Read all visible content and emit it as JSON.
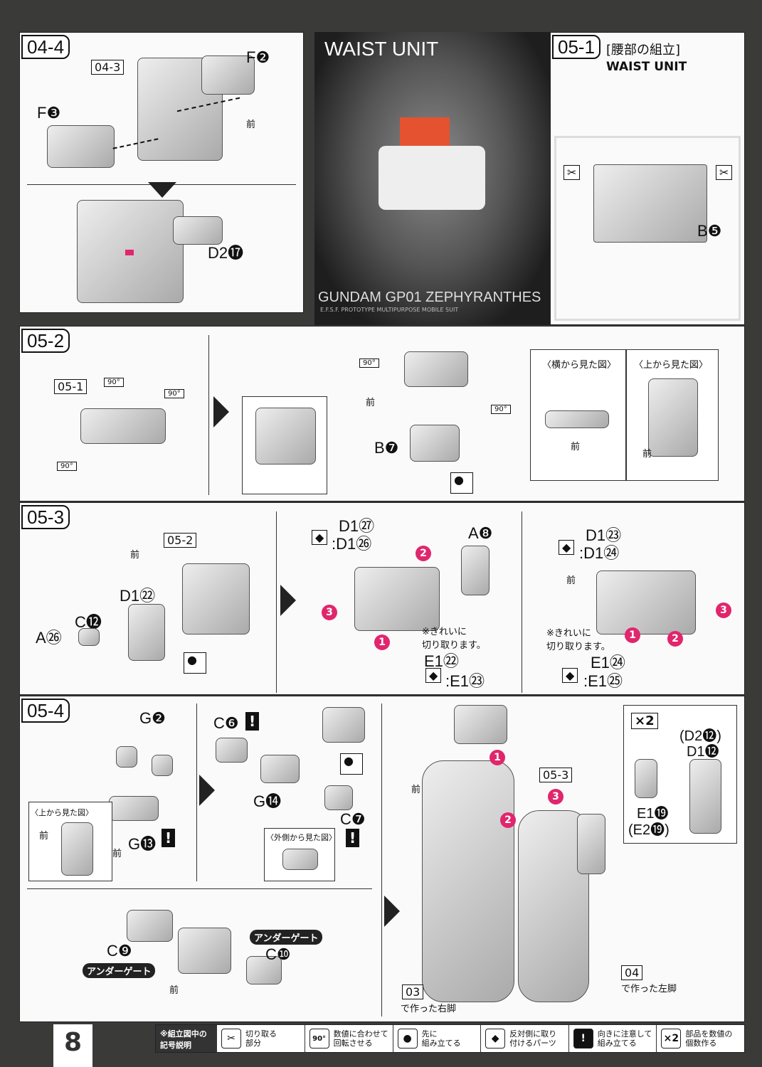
{
  "page_number": "8",
  "s04_4": {
    "step": "04-4",
    "ref": "04-3",
    "parts": [
      "F❷",
      "F❸",
      "D2⓱"
    ],
    "front": "前"
  },
  "photo": {
    "title": "WAIST UNIT",
    "name": "GUNDAM GP01 ZEPHYRANTHES",
    "sub": "E.F.S.F. PROTOTYPE MULTIPURPOSE MOBILE SUIT"
  },
  "s05_1": {
    "step": "05-1",
    "title_jp": "[腰部の組立]",
    "title_en": "WAIST UNIT",
    "part": "B❺"
  },
  "s05_2": {
    "step": "05-2",
    "ref": "05-1",
    "part": "B❼",
    "front": "前",
    "rot": "90°",
    "side_view": "〈横から見た図〉",
    "top_view": "〈上から見た図〉"
  },
  "s05_3": {
    "step": "05-3",
    "ref": "05-2",
    "parts": [
      "A㉖",
      "C⓬",
      "D1㉒",
      "D1㉗",
      ":D1㉖",
      "A❽",
      "E1㉒",
      ":E1㉓",
      "D1㉓",
      ":D1㉔",
      "E1㉔",
      ":E1㉕"
    ],
    "note": "※きれいに\n切り取ります。",
    "front": "前"
  },
  "s05_4": {
    "step": "05-4",
    "ref": "05-3",
    "parts": [
      "G❷",
      "G⓭",
      "C❻",
      "G⓮",
      "C❼",
      "C❾",
      "C❿"
    ],
    "top_view": "〈上から見た図〉",
    "outer_view": "〈外側から見た図〉",
    "under_gate": "アンダーゲート",
    "x2": "×2",
    "pair_a": "(D2⓬)",
    "pair_b": "D1⓬",
    "pair_c": "E1⓳",
    "pair_d": "(E2⓳)",
    "right_leg_num": "03",
    "right_leg": "で作った右脚",
    "left_leg_num": "04",
    "left_leg": "で作った左脚",
    "front": "前"
  },
  "legend": {
    "title": "※組立図中の\n記号説明",
    "items": [
      {
        "icon": "cutter-icon",
        "glyph": "✂",
        "text": "切り取る\n部分"
      },
      {
        "icon": "rotate-icon",
        "glyph": "90°",
        "text": "数値に合わせて\n回転させる"
      },
      {
        "icon": "assemble-first-icon",
        "glyph": "●",
        "text": "先に\n組み立てる"
      },
      {
        "icon": "opposite-side-icon",
        "glyph": "◆",
        "text": "反対側に取り\n付けるパーツ"
      },
      {
        "icon": "caution-icon",
        "glyph": "!",
        "text": "向きに注意して\n組み立てる"
      },
      {
        "icon": "multiply-icon",
        "glyph": "×2",
        "text": "部品を数値の\n個数作る"
      }
    ]
  }
}
